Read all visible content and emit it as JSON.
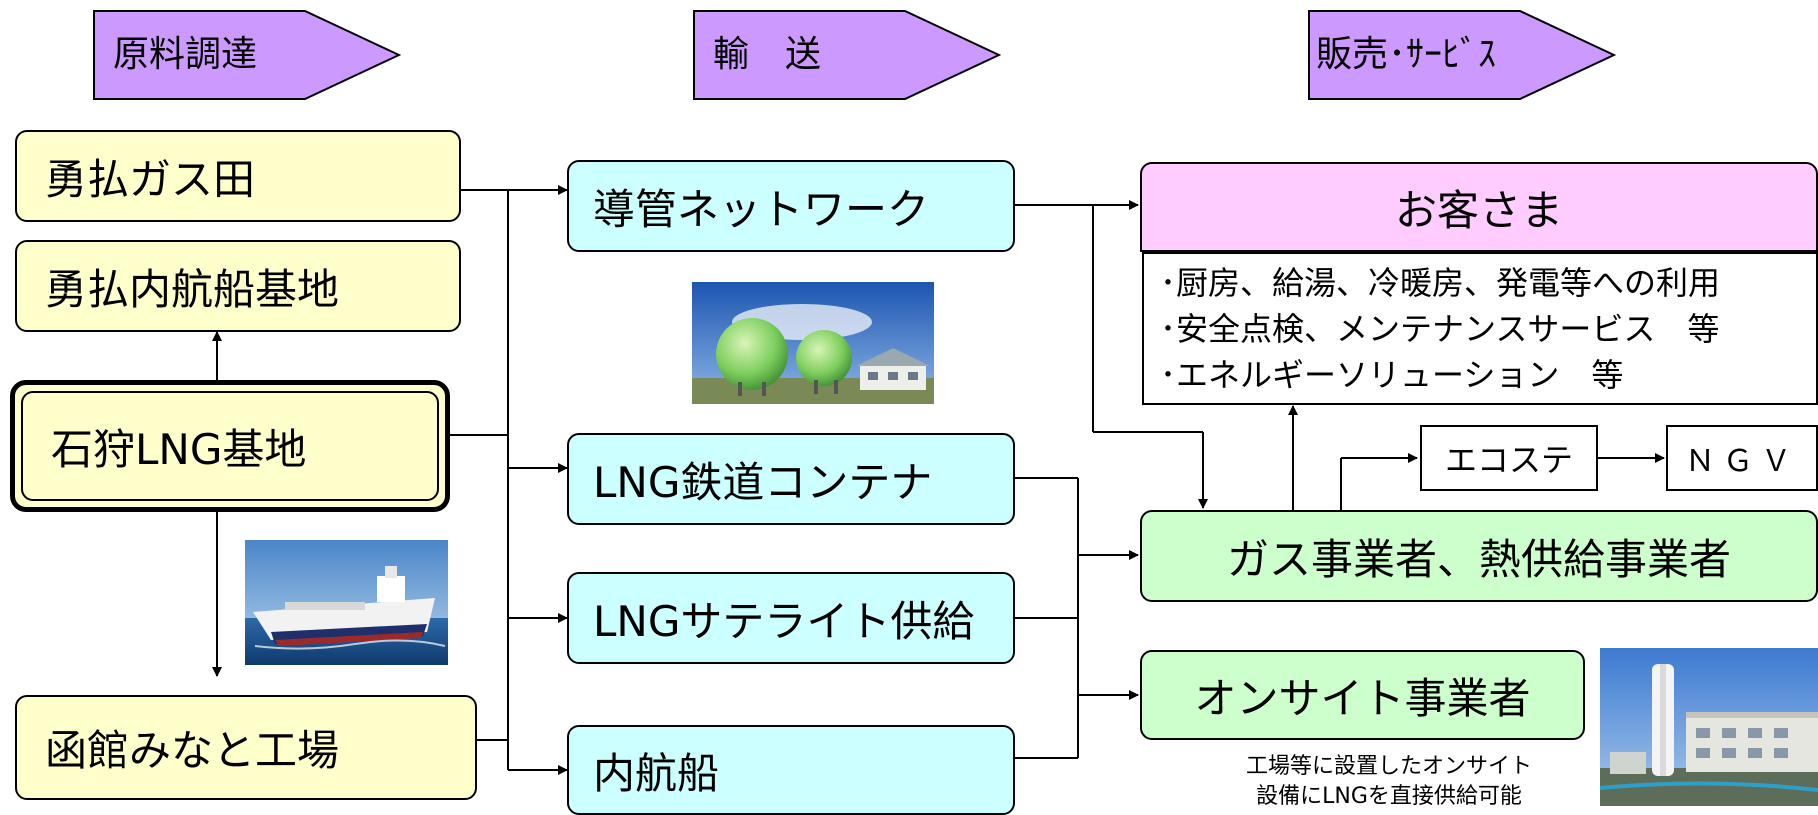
{
  "stages": [
    {
      "id": "procurement",
      "label": "原料調達"
    },
    {
      "id": "transport",
      "label": "輸　送"
    },
    {
      "id": "sales",
      "label": "販売･ｻｰﾋﾞｽ"
    }
  ],
  "sources": {
    "yufutsu_gas_field": "勇払ガス田",
    "yufutsu_coastal_base": "勇払内航船基地",
    "ishikari_lng_base": "石狩LNG基地",
    "hakodate_factory": "函館みなと工場"
  },
  "transport": {
    "pipeline": "導管ネットワーク",
    "rail_container": "LNG鉄道コンテナ",
    "satellite": "LNGサテライト供給",
    "coastal_ship": "内航船"
  },
  "sales": {
    "customer": "お客さま",
    "customer_services": [
      "･厨房、給湯、冷暖房、発電等への利用",
      "･安全点検、メンテナンスサービス　等",
      "･エネルギーソリューション　等"
    ],
    "ecostation": "エコステ",
    "ngv": "ＮＧＶ",
    "gas_operators": "ガス事業者、熱供給事業者",
    "onsite_operators": "オンサイト事業者",
    "onsite_note_line1": "工場等に設置したオンサイト",
    "onsite_note_line2": "設備にLNGを直接供給可能"
  },
  "colors": {
    "stage_arrow": "#cc99ff",
    "source_box": "#ffffcc",
    "transport_box": "#ccffff",
    "customer_box": "#ffccff",
    "operator_box": "#ccffcc"
  }
}
